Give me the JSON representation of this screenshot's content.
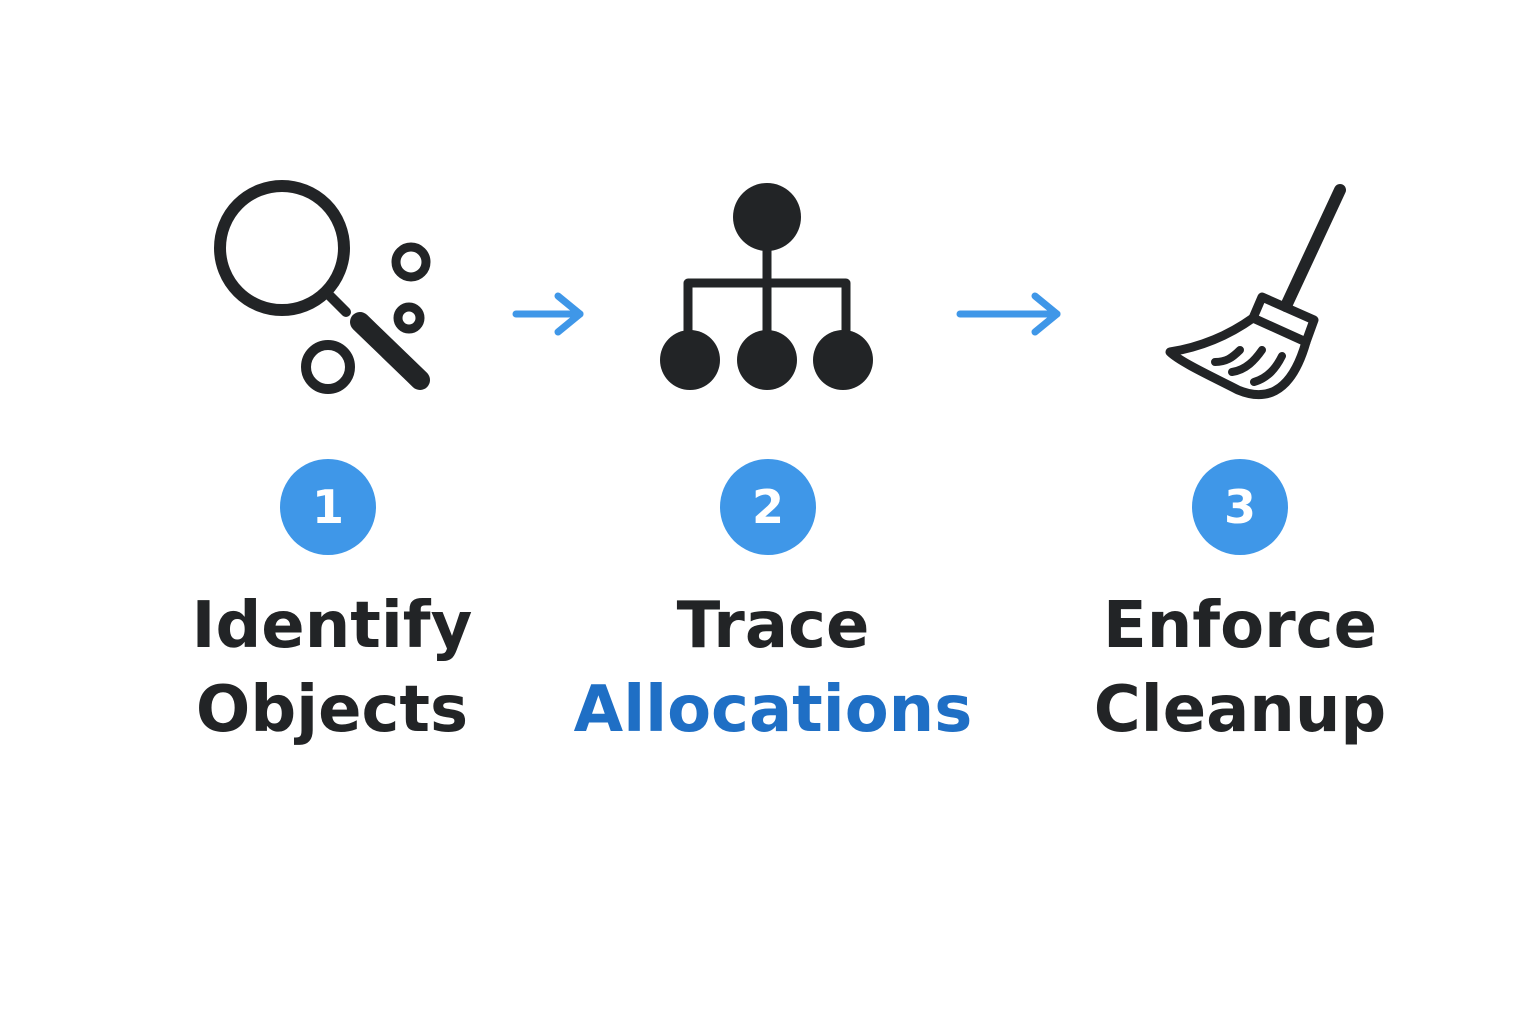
{
  "colors": {
    "ink": "#222426",
    "accent": "#3f97e8",
    "highlight_text": "#1f6fc5",
    "background": "#ffffff"
  },
  "steps": [
    {
      "number": "1",
      "icon": "magnifier-with-objects-icon",
      "line1": "Identify",
      "line2": "Objects"
    },
    {
      "number": "2",
      "icon": "hierarchy-tree-icon",
      "line1": "Trace",
      "line2": "Allocations"
    },
    {
      "number": "3",
      "icon": "broom-icon",
      "line1": "Enforce",
      "line2": "Cleanup"
    }
  ],
  "connectors": [
    {
      "icon": "arrow-right-icon"
    },
    {
      "icon": "arrow-right-icon"
    }
  ]
}
